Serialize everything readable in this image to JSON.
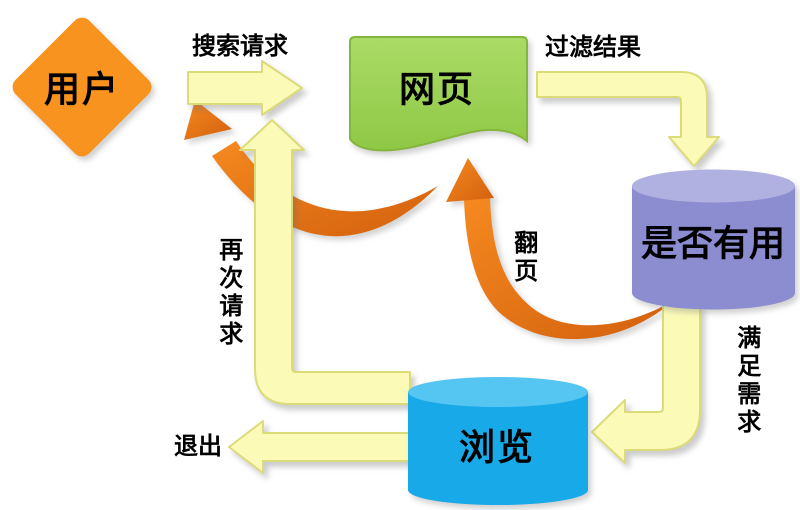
{
  "diagram": {
    "nodes": {
      "user": {
        "label": "用户",
        "shape": "diamond"
      },
      "webpage": {
        "label": "网页",
        "shape": "document"
      },
      "useful": {
        "label": "是否有用",
        "shape": "cylinder"
      },
      "browse": {
        "label": "浏览",
        "shape": "cylinder"
      }
    },
    "edges": {
      "search_request": {
        "label": "搜索请求",
        "from": "user",
        "to": "webpage",
        "style": "yellow-block-arrow"
      },
      "filter_results": {
        "label": "过滤结果",
        "from": "webpage",
        "to": "useful",
        "style": "yellow-block-arrow"
      },
      "satisfy_needs": {
        "label": "满足需求",
        "from": "useful",
        "to": "browse",
        "style": "yellow-block-arrow"
      },
      "exit": {
        "label": "退出",
        "from": "browse",
        "to": "out-left",
        "style": "yellow-block-arrow"
      },
      "request_again": {
        "label": "再次请求",
        "from": "browse",
        "to": "user",
        "style": "yellow-block-arrow"
      },
      "page_turn": {
        "label": "翻页",
        "from": "useful",
        "to": "webpage",
        "style": "orange-arc"
      },
      "return_to_user": {
        "label": "",
        "from": "webpage",
        "to": "user",
        "style": "orange-arc"
      }
    },
    "colors": {
      "background": "#ffffff",
      "user_fill": "#f7931e",
      "webpage_light": "#aadb66",
      "webpage_fill": "#8fc845",
      "webpage_stroke": "#84b63d",
      "useful_fill": "#8b8dd0",
      "useful_top": "#b1b1e1",
      "browse_fill": "#18a9e8",
      "browse_top": "#55c5f2",
      "arrow_fill": "#fbfab7",
      "arrow_stroke": "#dcdb7a",
      "arc_light": "#f6891f",
      "arc_dark": "#d2600e",
      "text": "#000000"
    }
  }
}
